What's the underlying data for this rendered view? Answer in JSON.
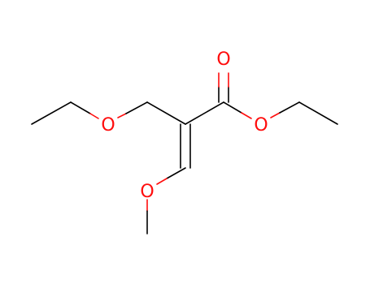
{
  "molecule": {
    "atoms": [
      {
        "id": "oxygen-ether",
        "symbol": "O"
      },
      {
        "id": "oxygen-carbonyl",
        "symbol": "O"
      },
      {
        "id": "oxygen-ester",
        "symbol": "O"
      },
      {
        "id": "oxygen-methoxy",
        "symbol": "O"
      }
    ],
    "colors": {
      "bond": "#000000",
      "oxygen": "#ff0d0d"
    }
  }
}
